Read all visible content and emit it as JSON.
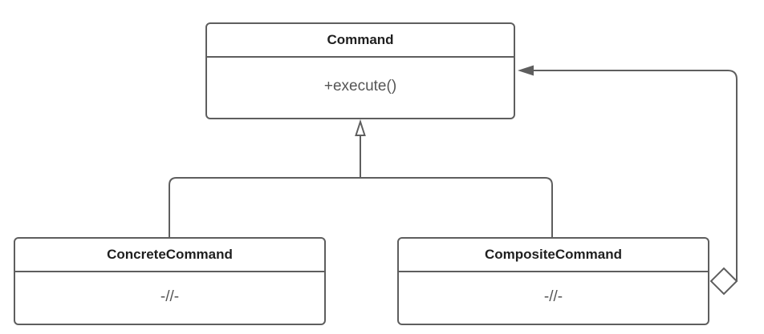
{
  "classes": {
    "command": {
      "name": "Command",
      "member": "+execute()"
    },
    "concrete": {
      "name": "ConcreteCommand",
      "member": "-//-"
    },
    "composite": {
      "name": "CompositeCommand",
      "member": "-//-"
    }
  },
  "relations": [
    {
      "from": "ConcreteCommand",
      "to": "Command",
      "kind": "generalization"
    },
    {
      "from": "CompositeCommand",
      "to": "Command",
      "kind": "generalization"
    },
    {
      "from": "CompositeCommand",
      "to": "Command",
      "kind": "aggregation"
    }
  ],
  "colors": {
    "stroke": "#5e5e5e",
    "title_text": "#1f1f1f",
    "member_text": "#555555",
    "background": "#ffffff"
  }
}
